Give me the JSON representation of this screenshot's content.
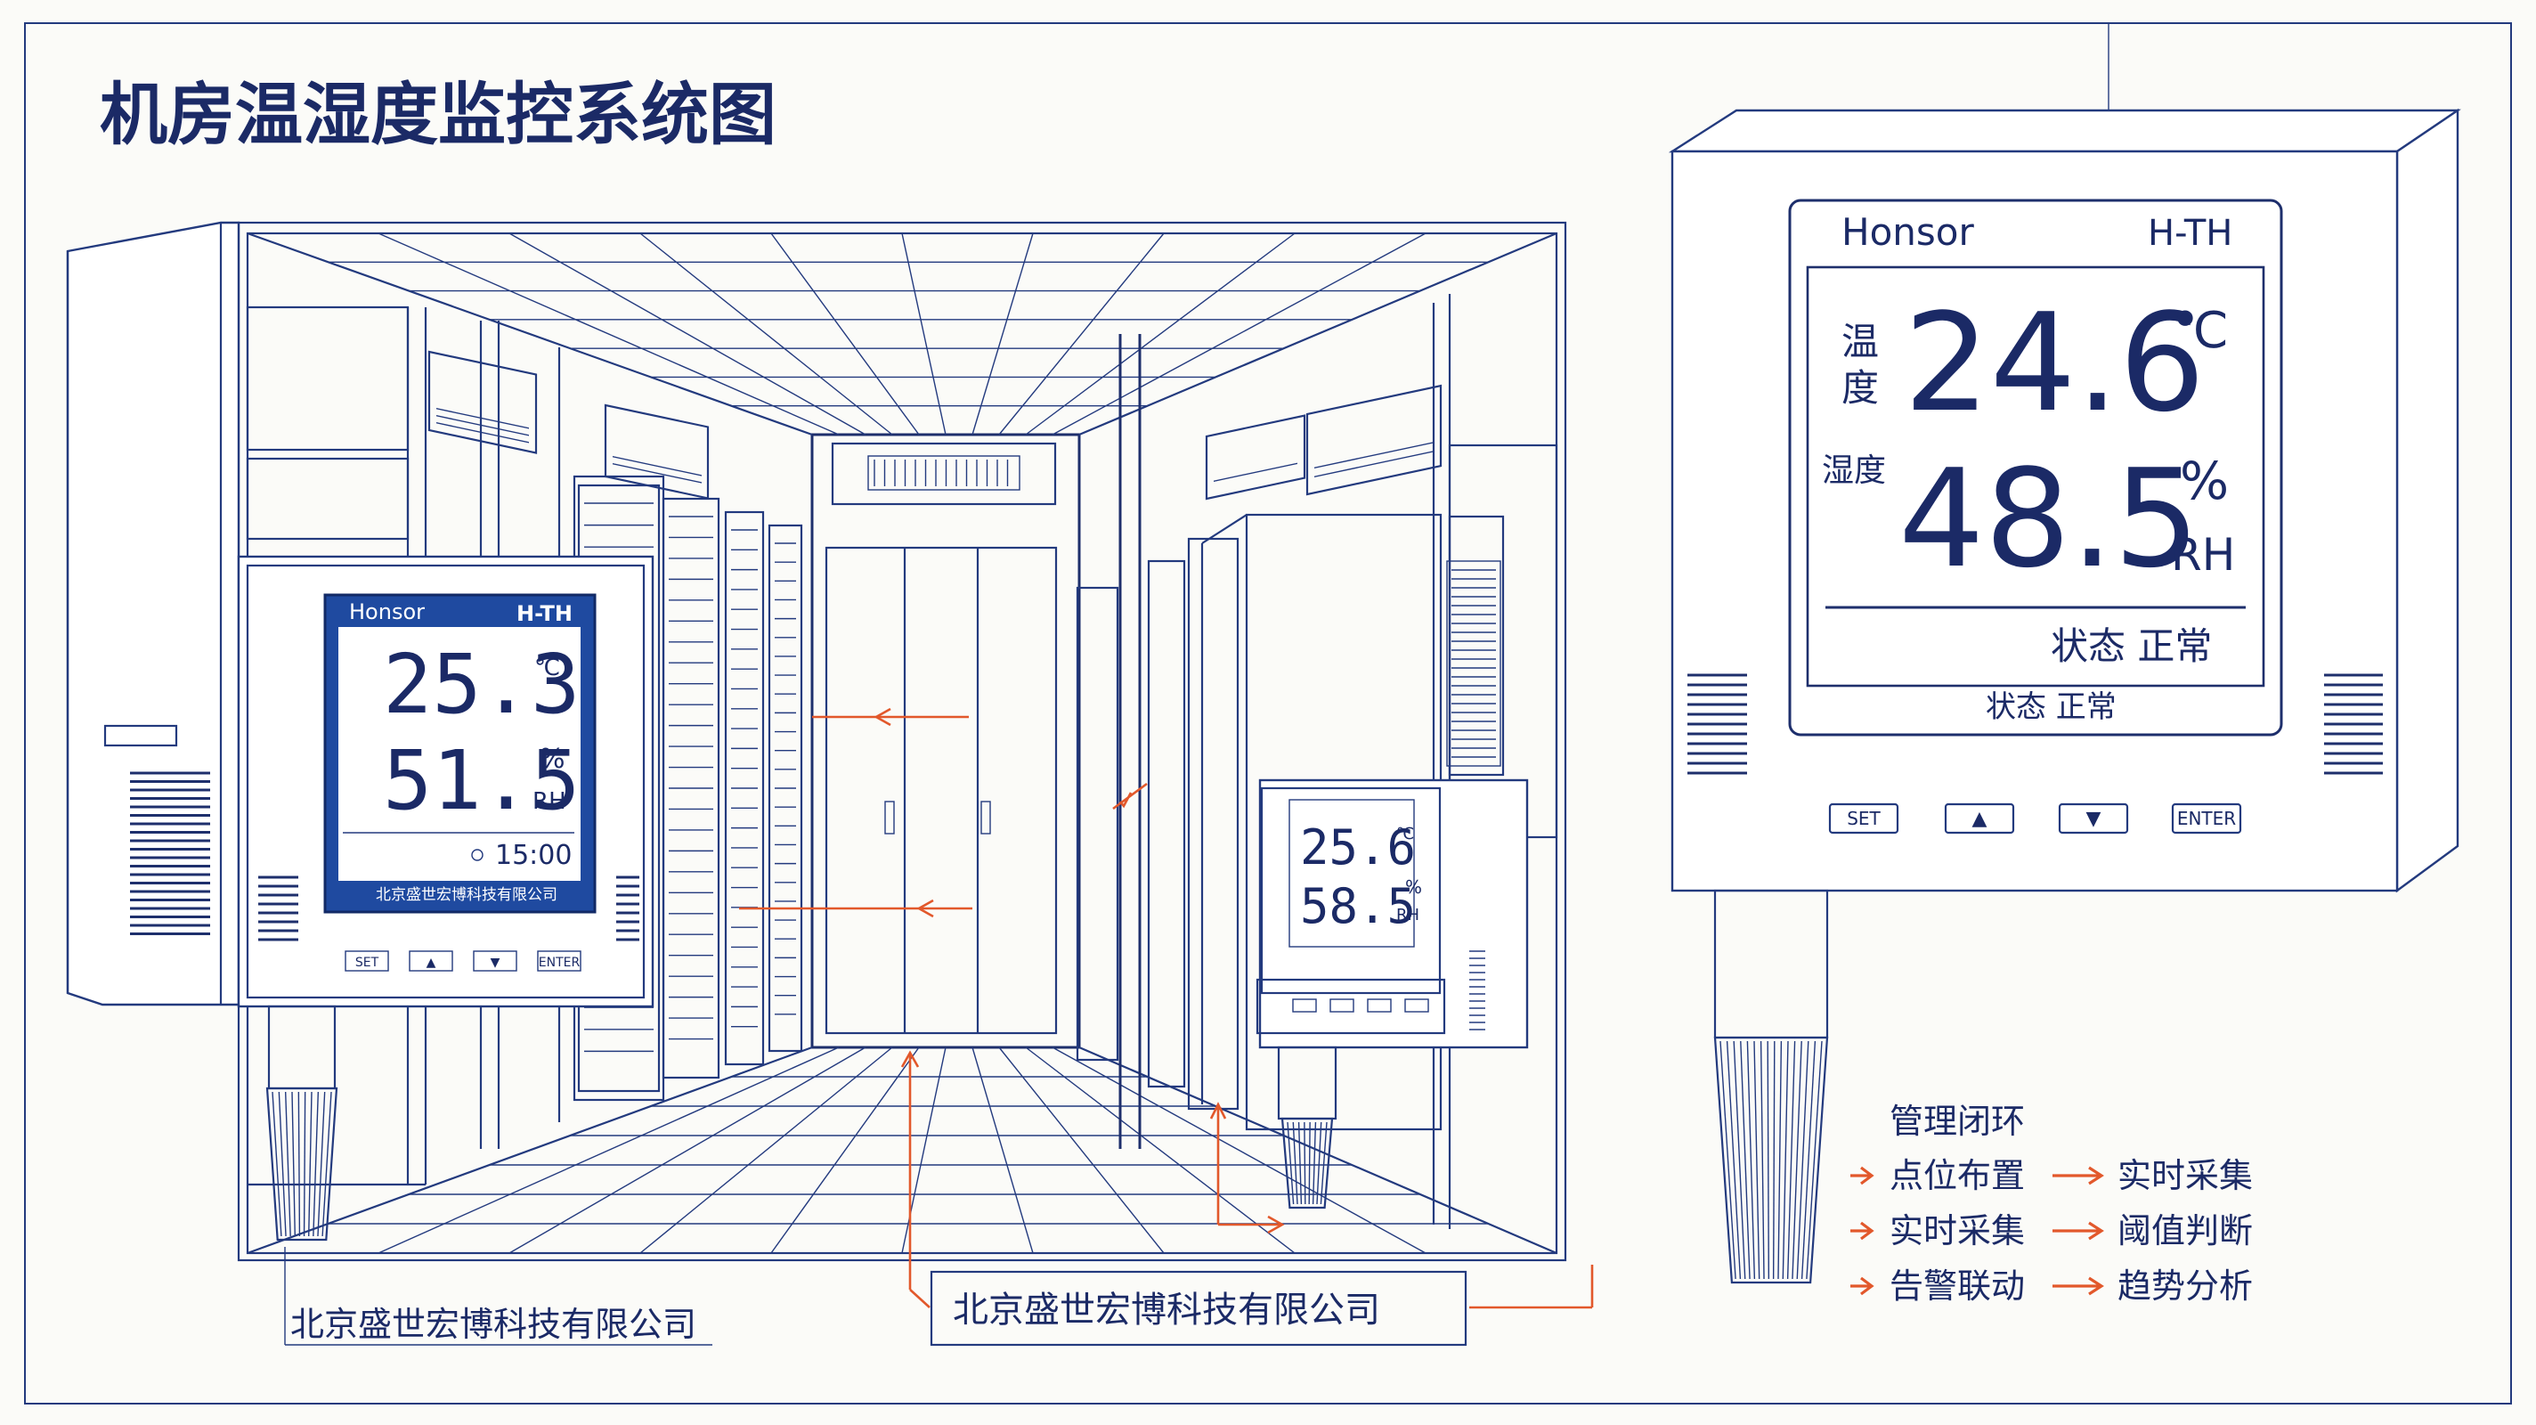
{
  "title": "机房温湿度监控系统图",
  "colors": {
    "ink": "#233a7e",
    "accent": "#e2582b",
    "paper": "#fbfbf8",
    "screen_blue": "#1f4aa0"
  },
  "left_sensor": {
    "brand": "Honsor",
    "model": "H-TH",
    "temp": "25.3",
    "temp_unit": "℃",
    "hum": "51.5",
    "hum_unit": "%",
    "hum_unit2": "RH",
    "time": "15:00",
    "company": "北京盛世宏博科技有限公司",
    "buttons": [
      "SET",
      "▲",
      "▼",
      "ENTER"
    ]
  },
  "mid_sensor": {
    "temp": "25.6",
    "temp_unit": "℃",
    "hum": "58.5",
    "hum_unit": "%",
    "hum_unit2": "RH"
  },
  "big_sensor": {
    "brand": "Honsor",
    "model": "H-TH",
    "temp_label": [
      "温",
      "度"
    ],
    "temp": "24.6",
    "temp_unit": "℃",
    "hum_label": "湿度",
    "hum": "48.5",
    "hum_unit": "%",
    "hum_unit2": "RH",
    "status_inner": "状态  正常",
    "status_outer": "状态  正常",
    "buttons": [
      "SET",
      "▲",
      "▼",
      "ENTER"
    ]
  },
  "callouts": {
    "left": "北京盛世宏博科技有限公司",
    "center": "北京盛世宏博科技有限公司"
  },
  "loop": {
    "heading": "管理闭环",
    "rows": [
      {
        "from": "点位布置",
        "to": "实时采集"
      },
      {
        "from": "实时采集",
        "to": "阈值判断"
      },
      {
        "from": "告警联动",
        "to": "趋势分析"
      }
    ]
  }
}
